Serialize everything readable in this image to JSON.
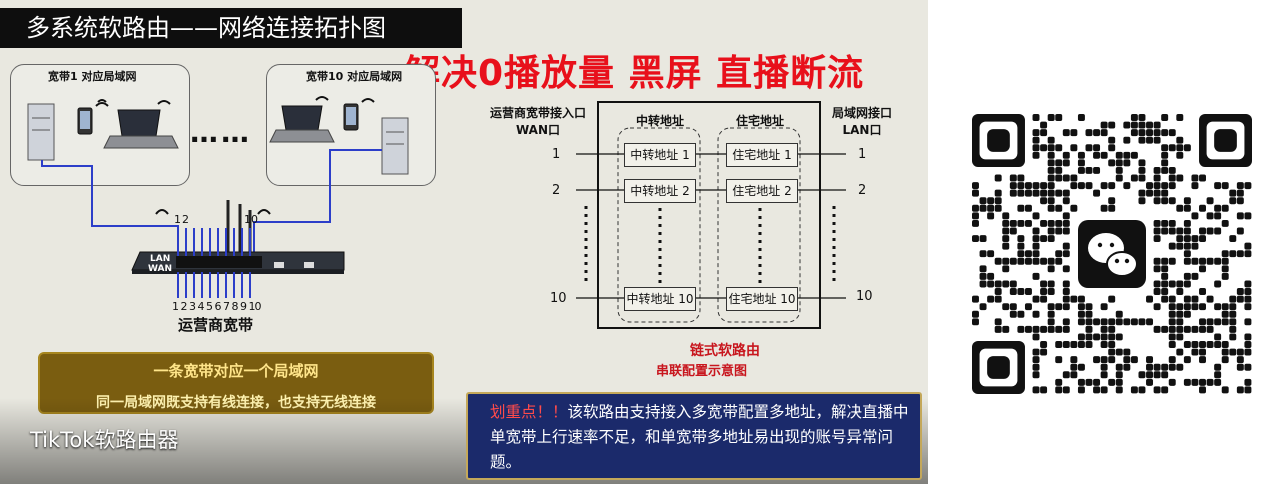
{
  "banner": {
    "title": "多系统软路由——网络连接拓扑图",
    "headline": "解决0播放量 黑屏 直播断流",
    "caption": "TikTok软路由器"
  },
  "left_diagram": {
    "lan1_label": "宽带1 对应局域网",
    "lan10_label": "宽带10 对应局域网",
    "ellipsis": "……",
    "port_top_1": "1",
    "port_top_2": "2",
    "port_top_10": "10",
    "lan_text": "LAN",
    "wan_text": "WAN",
    "port_numbers": "1 2 3 4 5 6 7 8 9 10",
    "isp_label": "运营商宽带",
    "summary_line1": "一条宽带对应一个局域网",
    "summary_line2": "同一局域网既支持有线连接，也支持无线连接"
  },
  "right_diagram": {
    "wan_header_1": "运营商宽带接入口",
    "wan_header_2": "WAN口",
    "lan_header_1": "局域网接口",
    "lan_header_2": "LAN口",
    "relay_header": "中转地址",
    "home_header": "住宅地址",
    "rows": [
      {
        "port": "1",
        "relay": "中转地址 1",
        "home": "住宅地址 1"
      },
      {
        "port": "2",
        "relay": "中转地址 2",
        "home": "住宅地址 2"
      },
      {
        "port": "10",
        "relay": "中转地址 10",
        "home": "住宅地址 10"
      }
    ],
    "chain_label": "链式软路由",
    "series_label": "串联配置示意图"
  },
  "note": {
    "highlight": "划重点！！",
    "body": "该软路由支持接入多宽带配置多地址，解决直播中单宽带上行速率不足，和单宽带多地址易出现的账号异常问题。"
  },
  "qr": {
    "icon": "wechat-icon",
    "finder_color": "#111111",
    "logo_color": "#111111"
  }
}
